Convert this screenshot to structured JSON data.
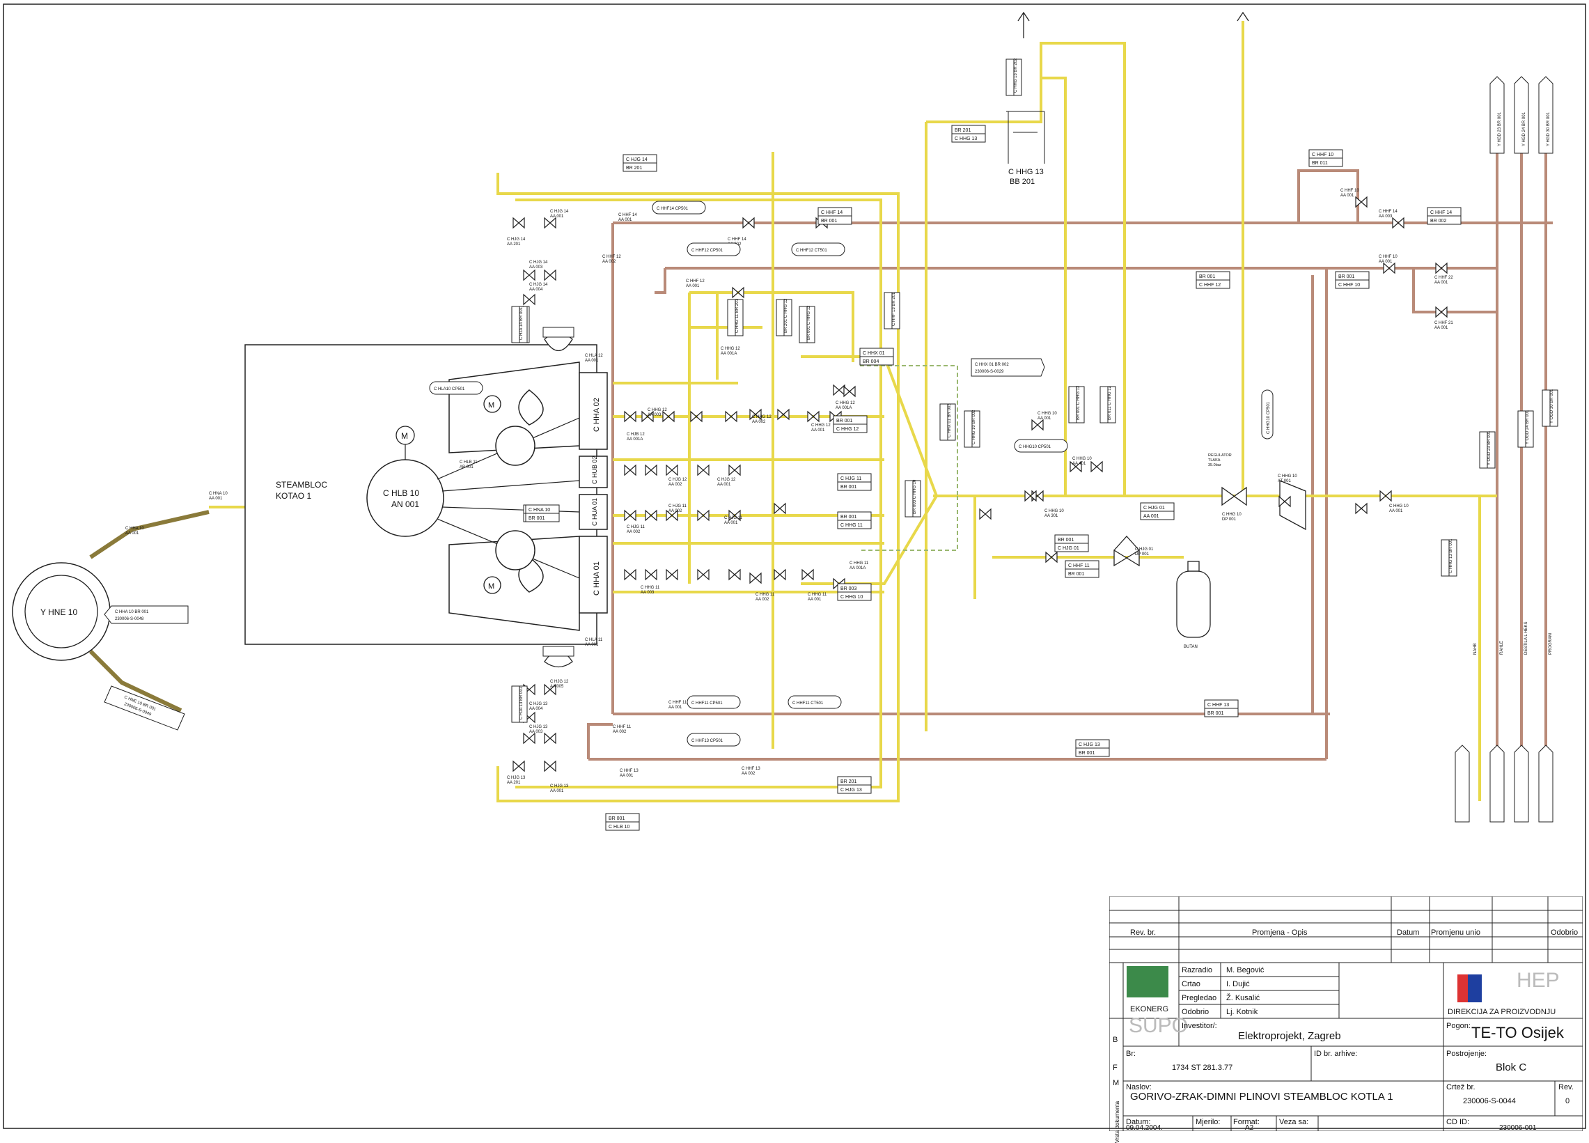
{
  "diagram": {
    "boiler_label": [
      "STEAMBLOC",
      "KOTAO 1"
    ],
    "fan_label": [
      "C  HLB  10",
      "AN  001"
    ],
    "stack_label": "Y  HNE  10",
    "gas_bottle_label": "BUTAN",
    "regulator_label": [
      "REGULATOR",
      "TLAKA",
      "35.0bar"
    ],
    "motor_symbol": "M",
    "hha_top": "C  HHA  02",
    "hha_bottom": "C  HHA  01",
    "hub_top": "C HUB 02",
    "hub_mid": "C HUA 01",
    "sensor_labels": [
      "C HHF14 CP501",
      "C HHF12 CP501",
      "C HHF12 CT501",
      "C HHF11 CP501",
      "C HHF11 CT501",
      "C HHF13 CP501",
      "C HHG10 CP501",
      "C HHG10 CP501",
      "C HLA10 CP501"
    ],
    "tag_pairs": [
      [
        "C HJG 14",
        "BR 201"
      ],
      [
        "C HHF 14",
        "BR 001"
      ],
      [
        "BR 201",
        "C HHG 13"
      ],
      [
        "C HHF 10",
        "BR 011"
      ],
      [
        "C HHF 14",
        "BR 002"
      ],
      [
        "BR 001",
        "C HHF 12"
      ],
      [
        "BR 001",
        "C HHF 10"
      ],
      [
        "C HHX 01",
        "BR 004"
      ],
      [
        "BR 001",
        "C HHG 12"
      ],
      [
        "BR 001",
        "C HJG 12"
      ],
      [
        "C HJG 11",
        "BR 001"
      ],
      [
        "BR 001",
        "C HHG 11"
      ],
      [
        "BR 003",
        "C HHG 10"
      ],
      [
        "C HJG 01",
        "AA 001"
      ],
      [
        "BR 001",
        "C HJG 01"
      ],
      [
        "C HHF 11",
        "BR 001"
      ],
      [
        "C HHF 13",
        "BR 001"
      ],
      [
        "C HJG 13",
        "BR 001"
      ],
      [
        "BR 201",
        "C HJG 13"
      ],
      [
        "BR 001",
        "C HLB 10"
      ],
      [
        "C HNA 10",
        "BR 001"
      ]
    ],
    "vertical_tags": [
      "C HHG 13 BR 202",
      "BR 201 C HHG 14",
      "C HHG 11 BR 201",
      "BR 001 C HHG 12",
      "BR 201 C HHG 12",
      "C HHF 13 BR 201",
      "BR 003 C HHG 10",
      "C HHG 10 BR 002",
      "C HHX 01 BR 003",
      "BR 001 C HHG 12",
      "BR 011 C HHG 12",
      "Y OGD 23 BR 001",
      "Y OGD 24 BR 001",
      "Y OGD 30 BR 001",
      "C HHG 13 BR 001",
      "C HJA 14 BR 001",
      "C HJA 13 BR 001"
    ],
    "hhg13_label": [
      "C  HHG  13",
      "BB  201"
    ],
    "ref_notes": [
      "C HHX 01 BR 002",
      "230006-S-0029",
      "C HHA 10 BR 001",
      "230006-S-0048",
      "C HNE 10 BR 001",
      "230006-S-0049"
    ],
    "right_flag_labels": [
      "Y HGD 23 BR 001",
      "Y HGD 24 BR 001",
      "Y HGD 30 BR 001"
    ],
    "right_line_labels": [
      "NAHB",
      "RAHLE",
      "DESTILA L HEKS",
      "PROGRAM"
    ]
  },
  "title_block": {
    "rev_header": [
      "Rev. br.",
      "Promjena - Opis",
      "Datum",
      "Promjenu unio",
      "Odobrio"
    ],
    "roles": [
      "Razradio",
      "Crtao",
      "Pregledao",
      "Odobrio"
    ],
    "people": [
      "M. Begović",
      "I. Dujić",
      "Ž. Kusalić",
      "Lj. Kotnik"
    ],
    "company_left": "EKONERG",
    "supo": "SUPO",
    "investor_label": "Investitor/:",
    "investor": "Elektroprojekt, Zagreb",
    "logo_text": "HEP",
    "directorate": "DIREKCIJA ZA PROIZVODNJU",
    "plant_label": "Pogon:",
    "plant": "TE-TO Osijek",
    "unit_label": "Postrojenje:",
    "unit": "Blok C",
    "number_label": "Br:",
    "number": "1734 ST 281.3.77",
    "archive_label": "ID br. arhive:",
    "title_label": "Naslov:",
    "title": "GORIVO-ZRAK-DIMNI PLINOVI STEAMBLOC KOTLA 1",
    "drawing_no_label": "Crtež br.",
    "drawing_no": "230006-S-0044",
    "rev_label": "Rev.",
    "rev": "0",
    "date_label": "Datum:",
    "date": "09.04.2004.",
    "scale_label": "Mjerilo:",
    "format_label": "Format:",
    "format": "A2",
    "link_label": "Veza sa:",
    "cd_label": "CD ID:",
    "cd": "230006-001",
    "side_letters": [
      "B",
      "F",
      "M"
    ],
    "doc_type_label": "Vrsta dokumenta"
  }
}
